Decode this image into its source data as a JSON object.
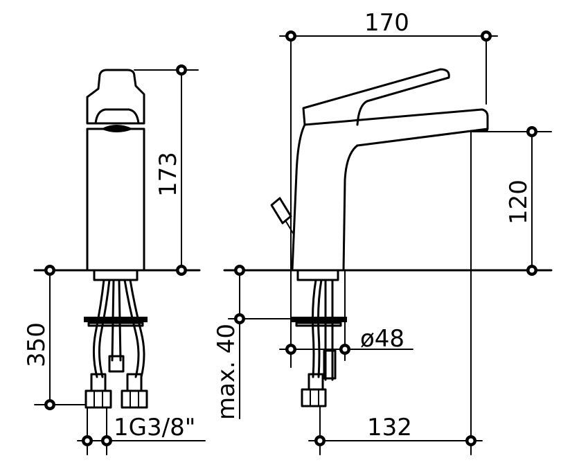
{
  "dimensions": {
    "width_top": "170",
    "height_side": "173",
    "height_spout": "120",
    "hose_length": "350",
    "max_deck": "max. 40",
    "diameter": "ø48",
    "reach": "132",
    "connection": "1G3/8\""
  }
}
